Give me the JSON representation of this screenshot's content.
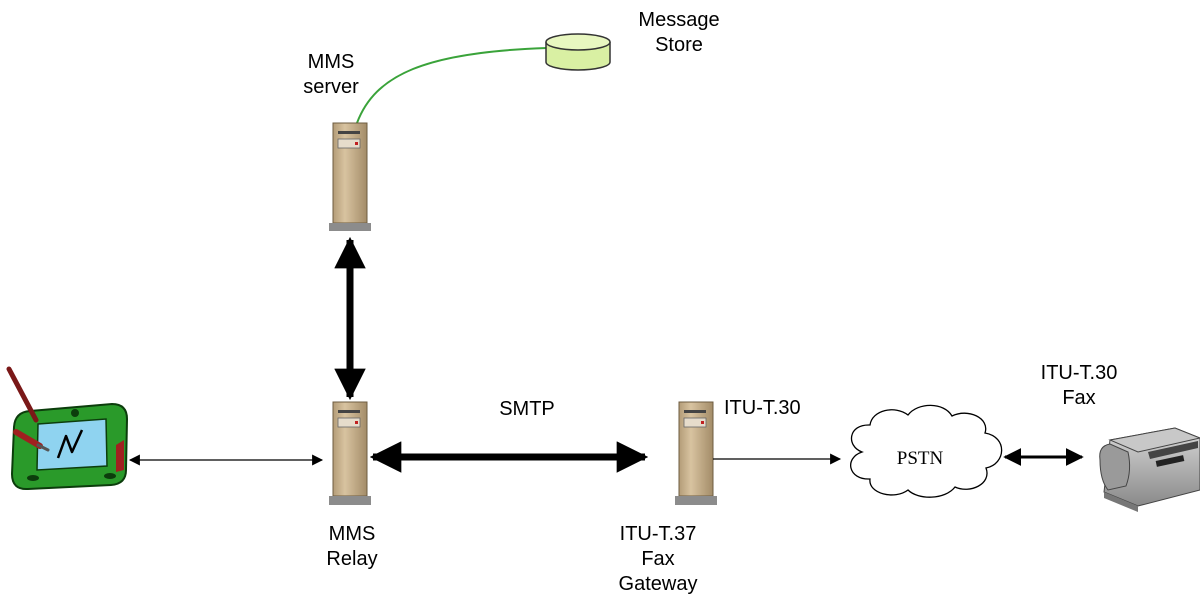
{
  "labels": {
    "message_store": [
      "Message",
      "Store"
    ],
    "mms_server": [
      "MMS",
      "server"
    ],
    "mms_relay": [
      "MMS",
      "Relay"
    ],
    "smtp": "SMTP",
    "itu_t30_link": "ITU-T.30",
    "fax_gateway": [
      "ITU-T.37",
      "Fax",
      "Gateway"
    ],
    "pstn": "PSTN",
    "fax_device": [
      "ITU-T.30",
      "Fax"
    ]
  },
  "colors": {
    "tower_body": "#c9b28f",
    "tower_shade": "#9c8563",
    "tower_base": "#8c8c8c",
    "db_fill": "#d9f0a3",
    "green_link": "#3aa33a",
    "pda_green": "#2a9a2a",
    "pda_screen": "#8fd3f0",
    "stylus": "#a02020",
    "fax_body": "#b8b8b8"
  },
  "icons": [
    "pda-icon",
    "server-tower-icon",
    "database-icon",
    "cloud-icon",
    "fax-machine-icon"
  ]
}
